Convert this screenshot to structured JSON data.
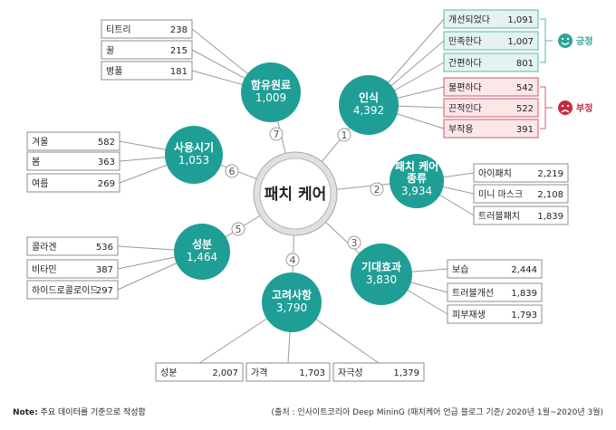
{
  "center": {
    "title": "패치 케어"
  },
  "topics": [
    {
      "id": "inshik",
      "num": "1",
      "title": [
        "인식"
      ],
      "value": "4,392"
    },
    {
      "id": "jongryu",
      "num": "2",
      "title": [
        "패치 케어",
        "종류"
      ],
      "value": "3,934"
    },
    {
      "id": "gidae",
      "num": "3",
      "title": [
        "기대효과"
      ],
      "value": "3,830"
    },
    {
      "id": "goryeo",
      "num": "4",
      "title": [
        "고려사항"
      ],
      "value": "3,790"
    },
    {
      "id": "seongbun",
      "num": "5",
      "title": [
        "성분"
      ],
      "value": "1,464"
    },
    {
      "id": "sayong",
      "num": "6",
      "title": [
        "사용시기"
      ],
      "value": "1,053"
    },
    {
      "id": "hamyu",
      "num": "7",
      "title": [
        "함유원료"
      ],
      "value": "1,009"
    }
  ],
  "boxes": [
    {
      "topic": "hamyu",
      "label": "티트리",
      "value": "238"
    },
    {
      "topic": "hamyu",
      "label": "꿀",
      "value": "215"
    },
    {
      "topic": "hamyu",
      "label": "병풀",
      "value": "181"
    },
    {
      "topic": "inshik",
      "label": "개선되었다",
      "value": "1,091",
      "tone": "pos"
    },
    {
      "topic": "inshik",
      "label": "만족한다",
      "value": "1,007",
      "tone": "pos"
    },
    {
      "topic": "inshik",
      "label": "간편하다",
      "value": "801",
      "tone": "pos"
    },
    {
      "topic": "inshik",
      "label": "불편하다",
      "value": "542",
      "tone": "neg"
    },
    {
      "topic": "inshik",
      "label": "끈적인다",
      "value": "522",
      "tone": "neg"
    },
    {
      "topic": "inshik",
      "label": "부작용",
      "value": "391",
      "tone": "neg"
    },
    {
      "topic": "sayong",
      "label": "겨울",
      "value": "582"
    },
    {
      "topic": "sayong",
      "label": "봄",
      "value": "363"
    },
    {
      "topic": "sayong",
      "label": "여름",
      "value": "269"
    },
    {
      "topic": "jongryu",
      "label": "아이패치",
      "value": "2,219"
    },
    {
      "topic": "jongryu",
      "label": "미니 마스크",
      "value": "2,108"
    },
    {
      "topic": "jongryu",
      "label": "트러블패치",
      "value": "1,839"
    },
    {
      "topic": "seongbun",
      "label": "콜라겐",
      "value": "536"
    },
    {
      "topic": "seongbun",
      "label": "비타민",
      "value": "387"
    },
    {
      "topic": "seongbun",
      "label": "하이드로콜로이드",
      "value": "297"
    },
    {
      "topic": "gidae",
      "label": "보습",
      "value": "2,444"
    },
    {
      "topic": "gidae",
      "label": "트러블개선",
      "value": "1,839"
    },
    {
      "topic": "gidae",
      "label": "피부재생",
      "value": "1,793"
    },
    {
      "topic": "goryeo",
      "label": "성분",
      "value": "2,007"
    },
    {
      "topic": "goryeo",
      "label": "가격",
      "value": "1,703"
    },
    {
      "topic": "goryeo",
      "label": "자극성",
      "value": "1,379"
    }
  ],
  "sentiment": {
    "pos_label": "긍정",
    "neg_label": "부정"
  },
  "colors": {
    "topic": "#1f9e96",
    "pos_border": "#5fb3ac",
    "pos_fill": "#e4f3f1",
    "neg_border": "#d05a6a",
    "neg_fill": "#fbe6e8",
    "pos_icon": "#2ea397",
    "neg_icon": "#c62a3c"
  },
  "footer": {
    "note_prefix": "Note:",
    "note_text": " 주요 데이터를 기준으로 작성함",
    "source": "(출처 : 인사이트코리아 Deep MininG (패치케어 언급 블로그 기준/ 2020년 1월~2020년 3월)"
  }
}
